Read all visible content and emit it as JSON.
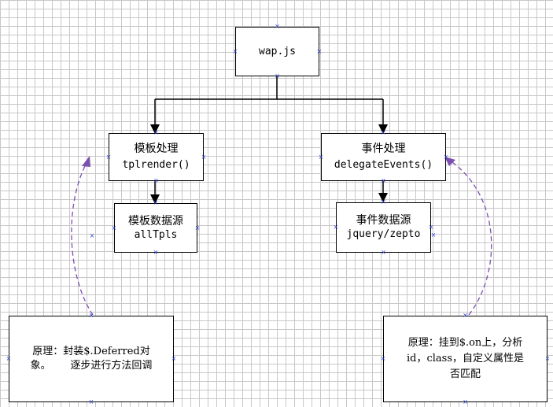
{
  "nodes": {
    "root": {
      "line1": "wap.js"
    },
    "template": {
      "line1": "模板处理",
      "line2": "tplrender()"
    },
    "event": {
      "line1": "事件处理",
      "line2": "delegateEvents()"
    },
    "template_source": {
      "line1": "模板数据源",
      "line2": "allTpls"
    },
    "event_source": {
      "line1": "事件数据源",
      "line2": "jquery/zepto"
    },
    "template_note": {
      "line1": "原理：封装$.Deferred对",
      "line2": "象。      逐步进行方法回调"
    },
    "event_note": {
      "line1": "原理：挂到$.on上，分析",
      "line2": "id，class，自定义属性是",
      "line3": "否匹配"
    }
  },
  "colors": {
    "line": "#000000",
    "dashed_arrow": "#7b4fb0",
    "handle": "#2a3bd1",
    "grid": "#c8c8c8"
  }
}
